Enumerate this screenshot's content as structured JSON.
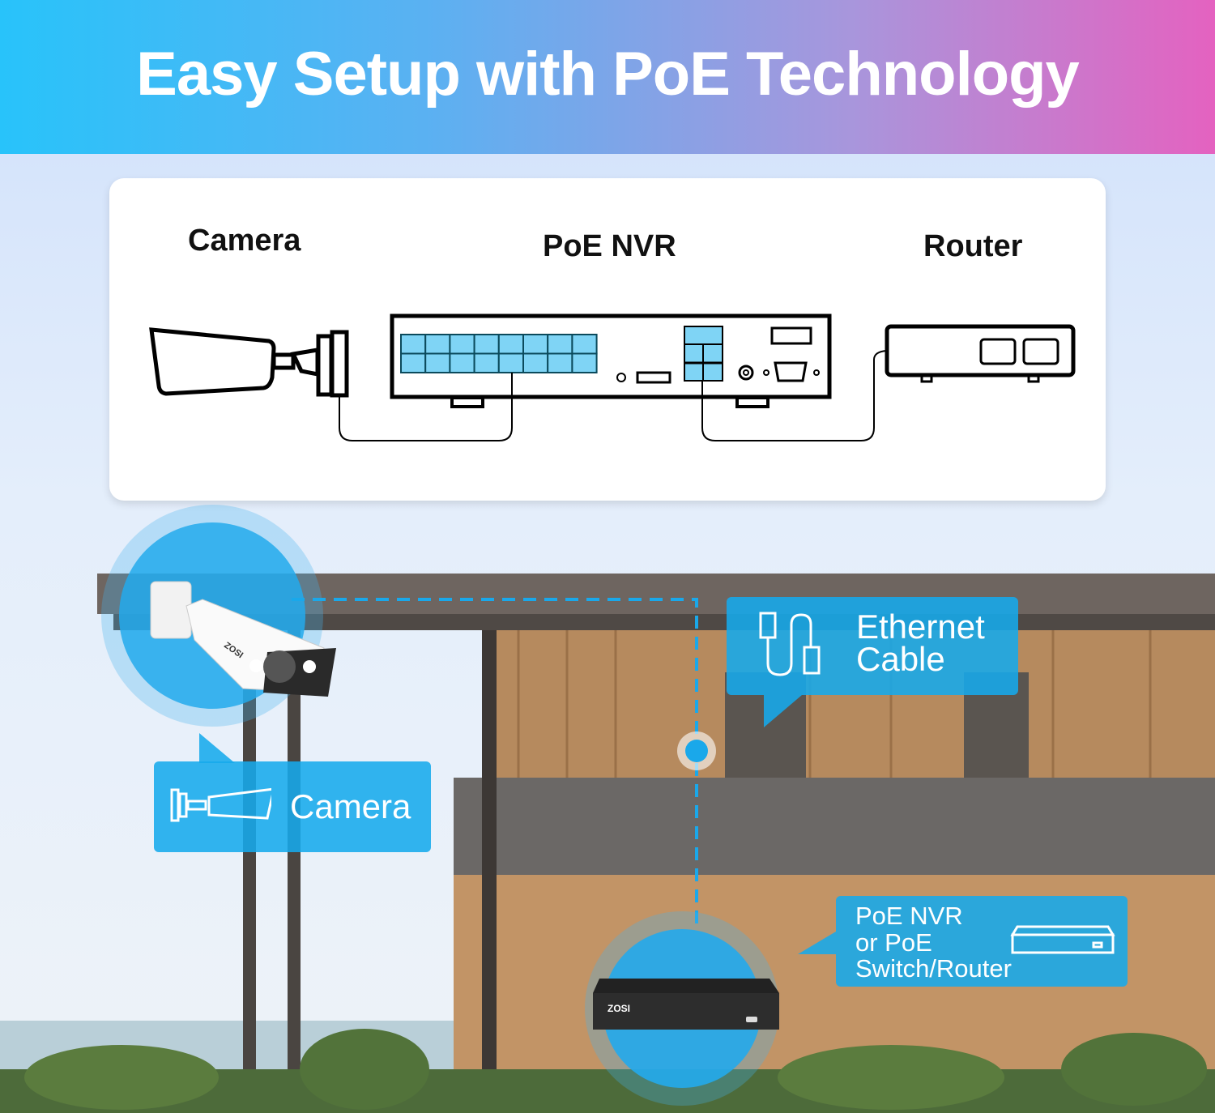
{
  "header": {
    "title": "Easy Setup with PoE Technology"
  },
  "diagram": {
    "labels": {
      "camera": "Camera",
      "nvr": "PoE NVR",
      "router": "Router"
    },
    "port_color": "#7fd4f5"
  },
  "callouts": {
    "camera": "Camera",
    "ethernet": {
      "line1": "Ethernet",
      "line2": "Cable"
    },
    "nvr": {
      "line1": "PoE NVR",
      "line2": "or PoE",
      "line3": "Switch/Router"
    }
  },
  "product": {
    "camera_brand": "ZOSI",
    "nvr_brand": "ZOSI"
  },
  "colors": {
    "accent": "#16aaec",
    "banner_start": "#28c3fa",
    "banner_end": "#e462c0"
  }
}
